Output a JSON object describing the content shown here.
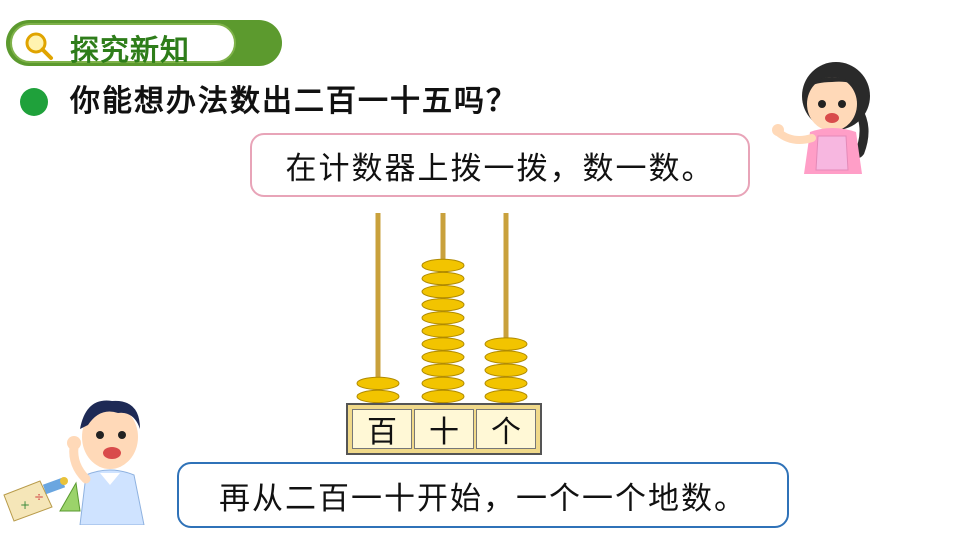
{
  "header": {
    "title": "探究新知",
    "icon": "search-icon"
  },
  "question": "你能想办法数出二百一十五吗？",
  "bubble_top": "在计数器上拨一拨，数一数。",
  "bubble_bottom": "再从二百一十开始，一个一个地数。",
  "abacus": {
    "columns": [
      {
        "label": "百",
        "beads": 2
      },
      {
        "label": "十",
        "beads": 11
      },
      {
        "label": "个",
        "beads": 5
      }
    ],
    "bead_color": "#f2c400",
    "rod_color": "#c9a13c"
  },
  "colors": {
    "header_green": "#5c9a2e",
    "bullet_green": "#1fa13b"
  }
}
